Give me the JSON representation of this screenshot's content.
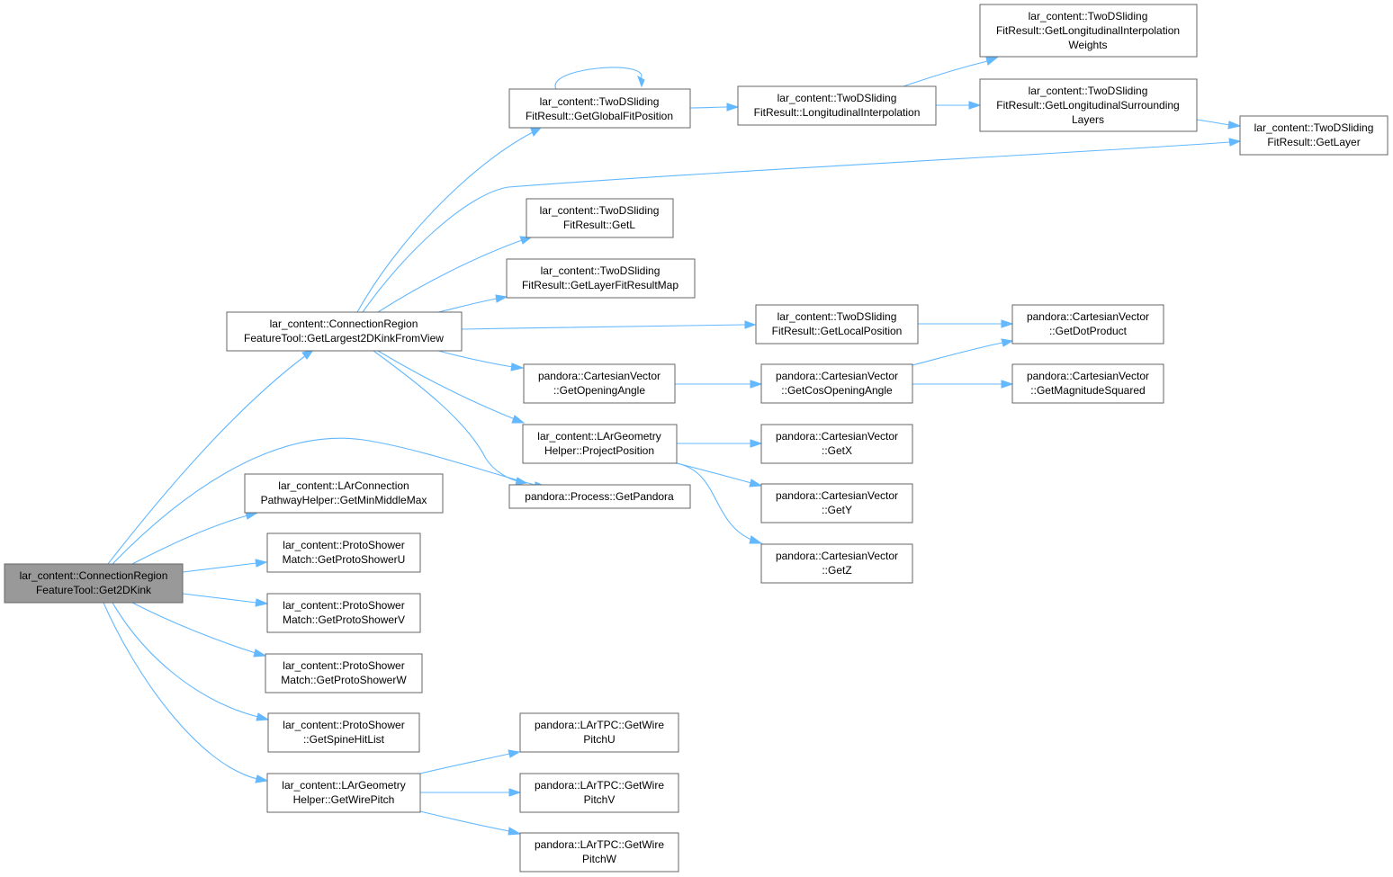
{
  "colors": {
    "edge": "#63b8ff",
    "node_border": "#666666",
    "root_fill": "#999999",
    "node_fill": "#ffffff"
  },
  "nodes": {
    "root": {
      "line1": "lar_content::ConnectionRegion",
      "line2": "FeatureTool::Get2DKink"
    },
    "largest": {
      "line1": "lar_content::ConnectionRegion",
      "line2": "FeatureTool::GetLargest2DKinkFromView"
    },
    "getGlobalFitPosition": {
      "line1": "lar_content::TwoDSliding",
      "line2": "FitResult::GetGlobalFitPosition"
    },
    "longInterp": {
      "line1": "lar_content::TwoDSliding",
      "line2": "FitResult::LongitudinalInterpolation"
    },
    "longInterpWeights": {
      "line1": "lar_content::TwoDSliding",
      "line2": "FitResult::GetLongitudinalInterpolation",
      "line3": "Weights"
    },
    "longSurrLayers": {
      "line1": "lar_content::TwoDSliding",
      "line2": "FitResult::GetLongitudinalSurrounding",
      "line3": "Layers"
    },
    "getLayer": {
      "line1": "lar_content::TwoDSliding",
      "line2": "FitResult::GetLayer"
    },
    "getL": {
      "line1": "lar_content::TwoDSliding",
      "line2": "FitResult::GetL"
    },
    "getLayerFitResultMap": {
      "line1": "lar_content::TwoDSliding",
      "line2": "FitResult::GetLayerFitResultMap"
    },
    "getLocalPosition": {
      "line1": "lar_content::TwoDSliding",
      "line2": "FitResult::GetLocalPosition"
    },
    "getDotProduct": {
      "line1": "pandora::CartesianVector",
      "line2": "::GetDotProduct"
    },
    "getOpeningAngle": {
      "line1": "pandora::CartesianVector",
      "line2": "::GetOpeningAngle"
    },
    "getCosOpeningAngle": {
      "line1": "pandora::CartesianVector",
      "line2": "::GetCosOpeningAngle"
    },
    "getMagnitudeSquared": {
      "line1": "pandora::CartesianVector",
      "line2": "::GetMagnitudeSquared"
    },
    "projectPosition": {
      "line1": "lar_content::LArGeometry",
      "line2": "Helper::ProjectPosition"
    },
    "getX": {
      "line1": "pandora::CartesianVector",
      "line2": "::GetX"
    },
    "getY": {
      "line1": "pandora::CartesianVector",
      "line2": "::GetY"
    },
    "getZ": {
      "line1": "pandora::CartesianVector",
      "line2": "::GetZ"
    },
    "getPandora": {
      "line1": "pandora::Process::GetPandora"
    },
    "getMinMiddleMax": {
      "line1": "lar_content::LArConnection",
      "line2": "PathwayHelper::GetMinMiddleMax"
    },
    "getProtoShowerU": {
      "line1": "lar_content::ProtoShower",
      "line2": "Match::GetProtoShowerU"
    },
    "getProtoShowerV": {
      "line1": "lar_content::ProtoShower",
      "line2": "Match::GetProtoShowerV"
    },
    "getProtoShowerW": {
      "line1": "lar_content::ProtoShower",
      "line2": "Match::GetProtoShowerW"
    },
    "getSpineHitList": {
      "line1": "lar_content::ProtoShower",
      "line2": "::GetSpineHitList"
    },
    "getWirePitch": {
      "line1": "lar_content::LArGeometry",
      "line2": "Helper::GetWirePitch"
    },
    "wirePitchU": {
      "line1": "pandora::LArTPC::GetWire",
      "line2": "PitchU"
    },
    "wirePitchV": {
      "line1": "pandora::LArTPC::GetWire",
      "line2": "PitchV"
    },
    "wirePitchW": {
      "line1": "pandora::LArTPC::GetWire",
      "line2": "PitchW"
    }
  },
  "edges": [
    [
      "root",
      "largest"
    ],
    [
      "root",
      "getPandora"
    ],
    [
      "root",
      "getMinMiddleMax"
    ],
    [
      "root",
      "getProtoShowerU"
    ],
    [
      "root",
      "getProtoShowerV"
    ],
    [
      "root",
      "getProtoShowerW"
    ],
    [
      "root",
      "getSpineHitList"
    ],
    [
      "root",
      "getWirePitch"
    ],
    [
      "largest",
      "getGlobalFitPosition"
    ],
    [
      "largest",
      "getLayer"
    ],
    [
      "largest",
      "getL"
    ],
    [
      "largest",
      "getLayerFitResultMap"
    ],
    [
      "largest",
      "getLocalPosition"
    ],
    [
      "largest",
      "getOpeningAngle"
    ],
    [
      "largest",
      "projectPosition"
    ],
    [
      "largest",
      "getPandora"
    ],
    [
      "getGlobalFitPosition",
      "getGlobalFitPosition"
    ],
    [
      "getGlobalFitPosition",
      "longInterp"
    ],
    [
      "longInterp",
      "longInterpWeights"
    ],
    [
      "longInterp",
      "longSurrLayers"
    ],
    [
      "longSurrLayers",
      "getLayer"
    ],
    [
      "getLocalPosition",
      "getDotProduct"
    ],
    [
      "getOpeningAngle",
      "getCosOpeningAngle"
    ],
    [
      "getCosOpeningAngle",
      "getDotProduct"
    ],
    [
      "getCosOpeningAngle",
      "getMagnitudeSquared"
    ],
    [
      "projectPosition",
      "getX"
    ],
    [
      "projectPosition",
      "getY"
    ],
    [
      "projectPosition",
      "getZ"
    ],
    [
      "getWirePitch",
      "wirePitchU"
    ],
    [
      "getWirePitch",
      "wirePitchV"
    ],
    [
      "getWirePitch",
      "wirePitchW"
    ]
  ]
}
